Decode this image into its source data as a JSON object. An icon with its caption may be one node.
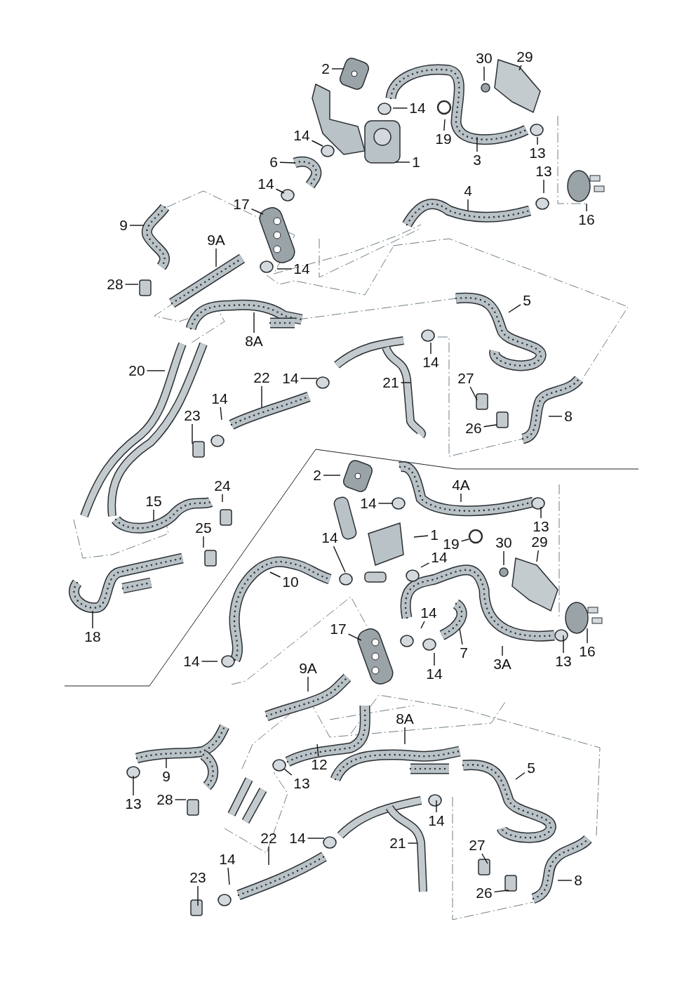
{
  "diagram": {
    "nodes": [
      {
        "text": [
          "2"
        ]
      },
      {
        "text": [
          "30"
        ]
      },
      {
        "text": [
          "29"
        ]
      },
      {
        "text": [
          "14"
        ]
      },
      {
        "text": [
          "19"
        ]
      },
      {
        "text": [
          "14"
        ]
      },
      {
        "text": [
          "13"
        ]
      },
      {
        "text": [
          "3"
        ]
      },
      {
        "text": [
          "6"
        ]
      },
      {
        "text": [
          "1"
        ]
      },
      {
        "text": [
          "14"
        ]
      },
      {
        "text": [
          "13"
        ]
      },
      {
        "text": [
          "4"
        ]
      },
      {
        "text": [
          "16"
        ]
      },
      {
        "text": [
          "17"
        ]
      },
      {
        "text": [
          "9"
        ]
      },
      {
        "text": [
          "9A"
        ]
      },
      {
        "text": [
          "14"
        ]
      },
      {
        "text": [
          "28"
        ]
      },
      {
        "text": [
          "5"
        ]
      },
      {
        "text": [
          "8A"
        ]
      },
      {
        "text": [
          "20"
        ]
      },
      {
        "text": [
          "14"
        ]
      },
      {
        "text": [
          "22"
        ]
      },
      {
        "text": [
          "14"
        ]
      },
      {
        "text": [
          "21"
        ]
      },
      {
        "text": [
          "27"
        ]
      },
      {
        "text": [
          "14"
        ]
      },
      {
        "text": [
          "23"
        ]
      },
      {
        "text": [
          "26"
        ]
      },
      {
        "text": [
          "8"
        ]
      },
      {
        "text": [
          "24"
        ]
      },
      {
        "text": [
          "15"
        ]
      },
      {
        "text": [
          "25"
        ]
      },
      {
        "text": [
          "18"
        ]
      },
      {
        "text": [
          "2"
        ]
      },
      {
        "text": [
          "4A"
        ]
      },
      {
        "text": [
          "14"
        ]
      },
      {
        "text": [
          "13"
        ]
      },
      {
        "text": [
          "1"
        ]
      },
      {
        "text": [
          "19"
        ]
      },
      {
        "text": [
          "30"
        ]
      },
      {
        "text": [
          "29"
        ]
      },
      {
        "text": [
          "14"
        ]
      },
      {
        "text": [
          "14"
        ]
      },
      {
        "text": [
          "10"
        ]
      },
      {
        "text": [
          "14"
        ]
      },
      {
        "text": [
          "14"
        ]
      },
      {
        "text": [
          "17"
        ]
      },
      {
        "text": [
          "7"
        ]
      },
      {
        "text": [
          "14"
        ]
      },
      {
        "text": [
          "13"
        ]
      },
      {
        "text": [
          "16"
        ]
      },
      {
        "text": [
          "3A"
        ]
      },
      {
        "text": [
          "9A"
        ]
      },
      {
        "text": [
          "8A"
        ]
      },
      {
        "text": [
          "5"
        ]
      },
      {
        "text": [
          "9"
        ]
      },
      {
        "text": [
          "12"
        ]
      },
      {
        "text": [
          "13"
        ]
      },
      {
        "text": [
          "13"
        ]
      },
      {
        "text": [
          "28"
        ]
      },
      {
        "text": [
          "22"
        ]
      },
      {
        "text": [
          "14"
        ]
      },
      {
        "text": [
          "14"
        ]
      },
      {
        "text": [
          "21"
        ]
      },
      {
        "text": [
          "27"
        ]
      },
      {
        "text": [
          "14"
        ]
      },
      {
        "text": [
          "23"
        ]
      },
      {
        "text": [
          "26"
        ]
      },
      {
        "text": [
          "8"
        ]
      }
    ],
    "edges": [
      {
        "from": 0,
        "to": null,
        "arrow": "none"
      },
      {
        "from": 1,
        "to": null,
        "arrow": "none"
      },
      {
        "from": 2,
        "to": null,
        "arrow": "none"
      },
      {
        "from": 3,
        "to": null,
        "arrow": "none"
      },
      {
        "from": 4,
        "to": null,
        "arrow": "none"
      },
      {
        "from": 5,
        "to": null,
        "arrow": "none"
      },
      {
        "from": 6,
        "to": null,
        "arrow": "none"
      },
      {
        "from": 7,
        "to": null,
        "arrow": "none"
      },
      {
        "from": 8,
        "to": null,
        "arrow": "none"
      },
      {
        "from": 9,
        "to": null,
        "arrow": "none"
      },
      {
        "from": 10,
        "to": null,
        "arrow": "none"
      },
      {
        "from": 11,
        "to": null,
        "arrow": "none"
      },
      {
        "from": 12,
        "to": null,
        "arrow": "none"
      },
      {
        "from": 13,
        "to": null,
        "arrow": "none"
      },
      {
        "from": 14,
        "to": null,
        "arrow": "none"
      },
      {
        "from": 15,
        "to": null,
        "arrow": "none"
      },
      {
        "from": 16,
        "to": null,
        "arrow": "none"
      },
      {
        "from": 17,
        "to": null,
        "arrow": "none"
      },
      {
        "from": 18,
        "to": null,
        "arrow": "none"
      },
      {
        "from": 19,
        "to": null,
        "arrow": "none"
      },
      {
        "from": 20,
        "to": null,
        "arrow": "none"
      },
      {
        "from": 21,
        "to": null,
        "arrow": "none"
      },
      {
        "from": 22,
        "to": null,
        "arrow": "none"
      },
      {
        "from": 23,
        "to": null,
        "arrow": "none"
      },
      {
        "from": 24,
        "to": null,
        "arrow": "none"
      },
      {
        "from": 25,
        "to": null,
        "arrow": "none"
      },
      {
        "from": 26,
        "to": null,
        "arrow": "none"
      },
      {
        "from": 27,
        "to": null,
        "arrow": "none"
      },
      {
        "from": 28,
        "to": null,
        "arrow": "none"
      },
      {
        "from": 29,
        "to": null,
        "arrow": "none"
      },
      {
        "from": 30,
        "to": null,
        "arrow": "none"
      },
      {
        "from": 31,
        "to": null,
        "arrow": "none"
      },
      {
        "from": 32,
        "to": null,
        "arrow": "none"
      },
      {
        "from": 33,
        "to": null,
        "arrow": "none"
      },
      {
        "from": 34,
        "to": null,
        "arrow": "none"
      },
      {
        "from": 35,
        "to": null,
        "arrow": "none"
      },
      {
        "from": 36,
        "to": null,
        "arrow": "none"
      },
      {
        "from": 37,
        "to": null,
        "arrow": "none"
      },
      {
        "from": 38,
        "to": null,
        "arrow": "none"
      },
      {
        "from": 39,
        "to": null,
        "arrow": "none"
      },
      {
        "from": 40,
        "to": null,
        "arrow": "none"
      },
      {
        "from": 41,
        "to": null,
        "arrow": "none"
      },
      {
        "from": 42,
        "to": null,
        "arrow": "none"
      },
      {
        "from": 43,
        "to": null,
        "arrow": "none"
      },
      {
        "from": 44,
        "to": null,
        "arrow": "none"
      },
      {
        "from": 45,
        "to": null,
        "arrow": "none"
      },
      {
        "from": 46,
        "to": null,
        "arrow": "none"
      },
      {
        "from": 47,
        "to": null,
        "arrow": "none"
      },
      {
        "from": 48,
        "to": null,
        "arrow": "none"
      },
      {
        "from": 49,
        "to": null,
        "arrow": "none"
      },
      {
        "from": 50,
        "to": null,
        "arrow": "none"
      },
      {
        "from": 51,
        "to": null,
        "arrow": "none"
      },
      {
        "from": 52,
        "to": null,
        "arrow": "none"
      },
      {
        "from": 53,
        "to": null,
        "arrow": "none"
      },
      {
        "from": 54,
        "to": null,
        "arrow": "none"
      },
      {
        "from": 55,
        "to": null,
        "arrow": "none"
      },
      {
        "from": 56,
        "to": null,
        "arrow": "none"
      },
      {
        "from": 57,
        "to": null,
        "arrow": "none"
      },
      {
        "from": 58,
        "to": null,
        "arrow": "none"
      },
      {
        "from": 59,
        "to": null,
        "arrow": "none"
      },
      {
        "from": 60,
        "to": null,
        "arrow": "none"
      },
      {
        "from": 61,
        "to": null,
        "arrow": "none"
      },
      {
        "from": 62,
        "to": null,
        "arrow": "none"
      },
      {
        "from": 63,
        "to": null,
        "arrow": "none"
      },
      {
        "from": 64,
        "to": null,
        "arrow": "none"
      },
      {
        "from": 65,
        "to": null,
        "arrow": "none"
      },
      {
        "from": 66,
        "to": null,
        "arrow": "none"
      },
      {
        "from": 67,
        "to": null,
        "arrow": "none"
      },
      {
        "from": 68,
        "to": null,
        "arrow": "none"
      },
      {
        "from": 69,
        "to": null,
        "arrow": "none"
      },
      {
        "from": 70,
        "to": null,
        "arrow": "none"
      }
    ]
  }
}
